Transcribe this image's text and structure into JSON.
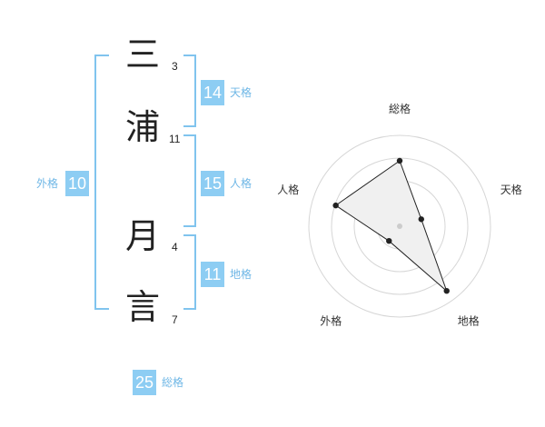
{
  "name": {
    "chars": [
      {
        "char": "三",
        "strokes": "3"
      },
      {
        "char": "浦",
        "strokes": "11"
      },
      {
        "char": "月",
        "strokes": "4"
      },
      {
        "char": "言",
        "strokes": "7"
      }
    ]
  },
  "fortunes": {
    "ten": {
      "value": "14",
      "label": "天格"
    },
    "jin": {
      "value": "15",
      "label": "人格"
    },
    "chi": {
      "value": "11",
      "label": "地格"
    },
    "gai": {
      "value": "10",
      "label": "外格"
    },
    "sou": {
      "value": "25",
      "label": "総格"
    }
  },
  "colors": {
    "accent": "#8dcdf3",
    "bracket": "#80c4ee",
    "label": "#6fb7e6"
  },
  "chart_data": {
    "type": "radar",
    "axes": [
      "総格",
      "天格",
      "地格",
      "外格",
      "人格"
    ],
    "values": [
      0.72,
      0.25,
      0.88,
      0.2,
      0.74
    ],
    "range": [
      0,
      1
    ],
    "rings": 4,
    "grid": true
  }
}
